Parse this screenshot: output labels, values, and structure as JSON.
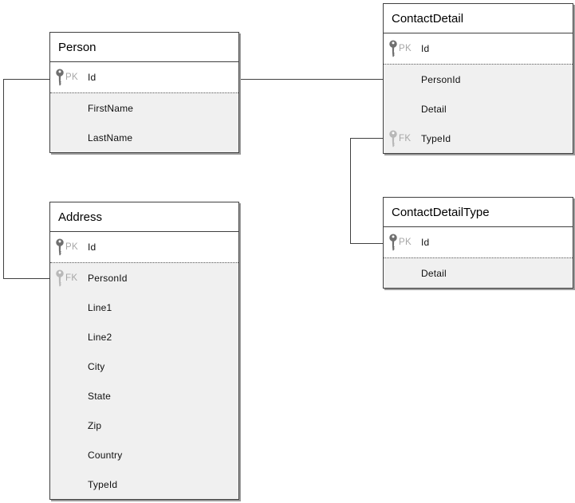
{
  "diagram": {
    "type": "entity-relationship",
    "tables": [
      {
        "name": "Person",
        "rows": [
          {
            "key": "PK",
            "field": "Id"
          },
          {
            "field": "FirstName"
          },
          {
            "field": "LastName"
          }
        ]
      },
      {
        "name": "ContactDetail",
        "rows": [
          {
            "key": "PK",
            "field": "Id"
          },
          {
            "field": "PersonId"
          },
          {
            "field": "Detail"
          },
          {
            "key": "FK",
            "field": "TypeId"
          }
        ]
      },
      {
        "name": "Address",
        "rows": [
          {
            "key": "PK",
            "field": "Id"
          },
          {
            "key": "FK",
            "field": "PersonId"
          },
          {
            "field": "Line1"
          },
          {
            "field": "Line2"
          },
          {
            "field": "City"
          },
          {
            "field": "State"
          },
          {
            "field": "Zip"
          },
          {
            "field": "Country"
          },
          {
            "field": "TypeId"
          }
        ]
      },
      {
        "name": "ContactDetailType",
        "rows": [
          {
            "key": "PK",
            "field": "Id"
          },
          {
            "field": "Detail"
          }
        ]
      }
    ],
    "relationships": [
      {
        "from": "Person.Id",
        "to": "ContactDetail.PersonId"
      },
      {
        "from": "Person.Id",
        "to": "Address.PersonId"
      },
      {
        "from": "ContactDetailType.Id",
        "to": "ContactDetail.TypeId"
      }
    ],
    "colors": {
      "table_border": "#404040",
      "header_bg": "#ffffff",
      "pk_section_bg": "#ffffff",
      "body_bg": "#f0f0f0",
      "pk_icon": "#6f6f6f",
      "fk_icon": "#b8b8b8",
      "key_label": "#a6a6a6",
      "connector": "#404040",
      "shadow": "#9b9b9b"
    }
  }
}
